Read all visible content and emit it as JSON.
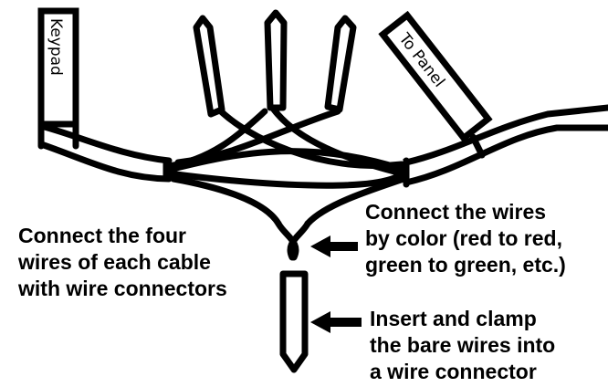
{
  "labels": {
    "keypad": "Keypad",
    "to_panel": "To Panel"
  },
  "instructions": {
    "connect_four_wires": [
      "Connect the four",
      "wires of each cable",
      "with wire connectors"
    ],
    "connect_by_color": [
      "Connect the wires",
      "by color (red to red,",
      "green to green, etc.)"
    ],
    "insert_and_clamp": [
      "Insert and clamp",
      "the bare wires into",
      "a wire connector"
    ]
  },
  "colors": {
    "ink": "#000000",
    "paper": "#ffffff"
  }
}
